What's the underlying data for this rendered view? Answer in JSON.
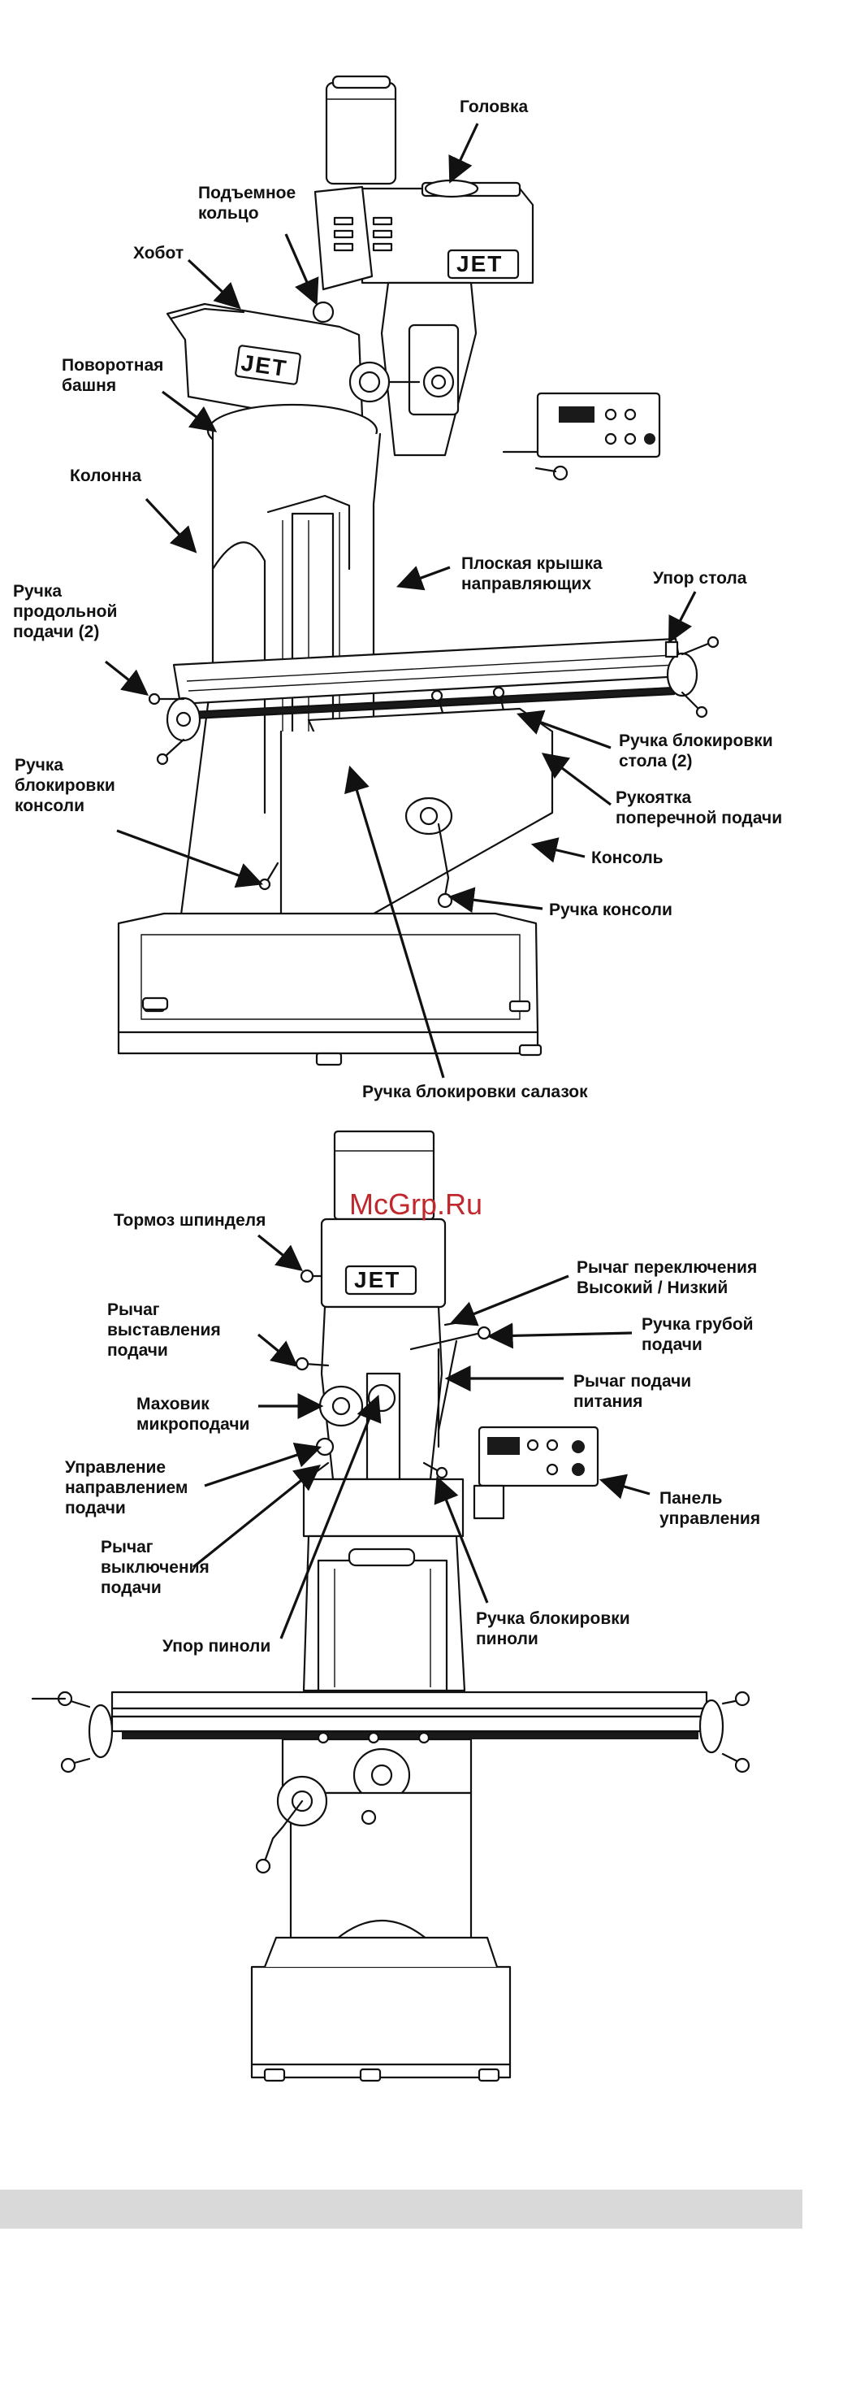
{
  "watermark": "McGrp.Ru",
  "brand": "JET",
  "top_view": {
    "labels": [
      {
        "id": "head",
        "lines": [
          "Головка"
        ]
      },
      {
        "id": "lift_ring",
        "lines": [
          "Подъемное",
          "кольцо"
        ]
      },
      {
        "id": "ram",
        "lines": [
          "Хобот"
        ]
      },
      {
        "id": "turret",
        "lines": [
          "Поворотная",
          "башня"
        ]
      },
      {
        "id": "column",
        "lines": [
          "Колонна"
        ]
      },
      {
        "id": "way_cover",
        "lines": [
          "Плоская крышка",
          "направляющих"
        ]
      },
      {
        "id": "table_stop",
        "lines": [
          "Упор стола"
        ]
      },
      {
        "id": "long_feed",
        "lines": [
          "Ручка",
          "продольной",
          "подачи (2)"
        ]
      },
      {
        "id": "table_lock",
        "lines": [
          "Ручка блокировки",
          "стола (2)"
        ]
      },
      {
        "id": "cross_feed",
        "lines": [
          "Рукоятка",
          "поперечной подачи"
        ]
      },
      {
        "id": "knee_lock",
        "lines": [
          "Ручка",
          "блокировки",
          "консоли"
        ]
      },
      {
        "id": "knee",
        "lines": [
          "Консоль"
        ]
      },
      {
        "id": "knee_crank",
        "lines": [
          "Ручка консоли"
        ]
      },
      {
        "id": "saddle_lock",
        "lines": [
          "Ручка блокировки салазок"
        ]
      }
    ]
  },
  "front_view": {
    "labels": [
      {
        "id": "spindle_brake",
        "lines": [
          "Тормоз шпинделя"
        ]
      },
      {
        "id": "hi_lo",
        "lines": [
          "Рычаг переключения",
          "Высокий / Низкий"
        ]
      },
      {
        "id": "feed_engage",
        "lines": [
          "Рычаг",
          "выставления",
          "подачи"
        ]
      },
      {
        "id": "coarse_feed",
        "lines": [
          "Ручка грубой",
          "подачи"
        ]
      },
      {
        "id": "power_feed",
        "lines": [
          "Рычаг подачи",
          "питания"
        ]
      },
      {
        "id": "fine_feed",
        "lines": [
          "Маховик",
          "микроподачи"
        ]
      },
      {
        "id": "feed_direction",
        "lines": [
          "Управление",
          "направлением",
          "подачи"
        ]
      },
      {
        "id": "control_panel",
        "lines": [
          "Панель",
          "управления"
        ]
      },
      {
        "id": "feed_trip",
        "lines": [
          "Рычаг",
          "выключения",
          "подачи"
        ]
      },
      {
        "id": "quill_lock",
        "lines": [
          "Ручка блокировки",
          "пиноли"
        ]
      },
      {
        "id": "quill_stop",
        "lines": [
          "Упор пиноли"
        ]
      }
    ]
  }
}
